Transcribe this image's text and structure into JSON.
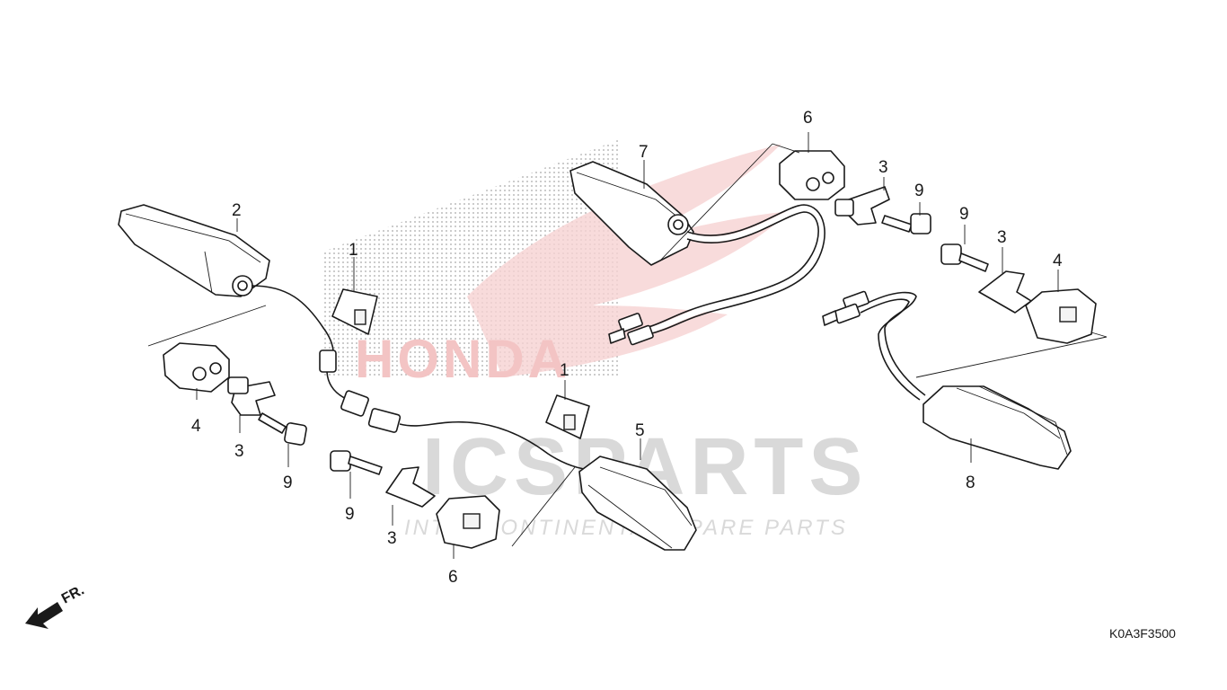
{
  "diagram": {
    "figure_code": "K0A3F3500",
    "direction_label": "FR.",
    "watermark": {
      "brand": "ICSPARTS",
      "tagline": "INTERCONTINENTAL SPARE PARTS",
      "logo_text": "HONDA"
    },
    "callouts": [
      {
        "id": "c1a",
        "label": "1"
      },
      {
        "id": "c1b",
        "label": "1"
      },
      {
        "id": "c2",
        "label": "2"
      },
      {
        "id": "c3a",
        "label": "3"
      },
      {
        "id": "c3b",
        "label": "3"
      },
      {
        "id": "c3c",
        "label": "3"
      },
      {
        "id": "c3d",
        "label": "3"
      },
      {
        "id": "c4a",
        "label": "4"
      },
      {
        "id": "c4b",
        "label": "4"
      },
      {
        "id": "c5",
        "label": "5"
      },
      {
        "id": "c6a",
        "label": "6"
      },
      {
        "id": "c6b",
        "label": "6"
      },
      {
        "id": "c7",
        "label": "7"
      },
      {
        "id": "c8",
        "label": "8"
      },
      {
        "id": "c9a",
        "label": "9"
      },
      {
        "id": "c9b",
        "label": "9"
      },
      {
        "id": "c9c",
        "label": "9"
      },
      {
        "id": "c9d",
        "label": "9"
      }
    ]
  }
}
